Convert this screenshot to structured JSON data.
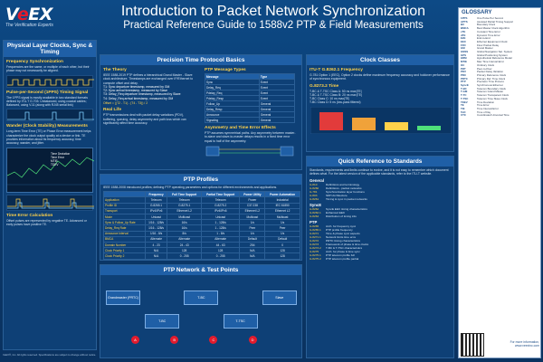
{
  "header": {
    "logo_text_ve": "V",
    "logo_text_e": "e",
    "logo_text_ex": "EX",
    "logo_tagline": "The Verification Experts",
    "title": "Introduction to Packet Network Synchronization",
    "subtitle": "Practical Reference Guide to 1588v2 PTP & Field Measurements"
  },
  "left": {
    "section_title": "Physical Layer Clocks, Sync & Timing",
    "freq_sync_title": "Frequency Synchronization",
    "freq_sync_text": "Frequencies are the same, or multiple of each other, but their phase may not necessarily be aligned.",
    "pps_title": "Pulse-per-Second (1PPS) Timing Signal",
    "pps_text": "The 1PPS signal is mostly available in two standard formats defined by ITU-T G.703: Unbalanced, using coaxial cables; Balanced, using V.11 (along with RJ45 serial link)",
    "wander_title": "Wander (Clock Stability) Measurements",
    "wander_text": "Long-term Time Error (TE) or Phase Error measurement helps characterize the clock output quality at a device or link. TE provides information about its frequency accuracy, time accuracy, wander, and jitter.",
    "scope_labels": [
      "Time Deviation",
      "Time Error",
      "MTIE",
      "TDEV"
    ],
    "time_calc_title": "Time Error Calculation",
    "time_calc_text": "Offset pulses are represented by negative TE. Advanced or early pulses have positive TE."
  },
  "ptp_basics": {
    "section_title": "Precision Time Protocol Basics",
    "theory_title": "The Theory",
    "theory_text": "IEEE 1588-2019 PTP defines a hierarchical Grand Master - Slave clock architecture. Timestamps are exchanged over IP/Ethernet to compute offset and delay.",
    "steps": [
      "T1: Sync departure timestamp, measured by GM",
      "T2: Sync arrival timestamp, measured by Slave",
      "T3: Delay_Req departure timestamp, measured by Slave",
      "T4: Delay_Req arrival timestamp, measured by GM"
    ],
    "offset_formula": "Offset = ((T2 - T1) - (T4 - T3)) / 2",
    "real_life_title": "Real Life",
    "real_life_text": "PTP transmissions deal with packet delay variations (PDV), buffering, queuing, delay asymmetry and path loss which can significantly affect time accuracy.",
    "message_types_title": "PTP Message Types",
    "message_header": [
      "Message",
      "Type"
    ],
    "messages": [
      [
        "Sync",
        "Event"
      ],
      [
        "Delay_Req",
        "Event"
      ],
      [
        "Pdelay_Req",
        "Event"
      ],
      [
        "Pdelay_Resp",
        "Event"
      ],
      [
        "Follow_Up",
        "General"
      ],
      [
        "Delay_Resp",
        "General"
      ],
      [
        "Announce",
        "General"
      ],
      [
        "Signaling",
        "General"
      ]
    ],
    "asym_title": "Asymmetry and Time Error Effects",
    "asym_text": "PTP assumes symmetrical paths. Any asymmetry between master-to-slave and slave-to-master delays results in a fixed time error equal to half of the asymmetry."
  },
  "clock_classes": {
    "section_title": "Clock Classes",
    "g8262_title": "ITU-T G.8262.1 Frequency",
    "g8262_text": "G.781 Option 1 (EEC), Option 2 clocks define maximum frequency accuracy and holdover performance of synchronous equipment.",
    "g8273_title": "G.8273.2 Time",
    "g8273_classes": [
      "T-BC & T-TSC Class A: 50 ns max|TE|",
      "T-BC & T-TSC Class B: 20 ns max|TE|",
      "T-BC Class C: 10 ns max|TE|",
      "T-BC Class D: 5 ns (low-pass filtered)"
    ]
  },
  "profiles": {
    "section_title": "PTP Profiles",
    "intro": "IEEE 1588-2008 introduced profiles; defining PTP operating parameters and options for different environments and applications.",
    "columns": [
      "",
      "Frequency",
      "Full Time Support",
      "Partial Time Support",
      "Power Utility",
      "Power Automation"
    ],
    "rows": [
      [
        "Application",
        "Telecom",
        "Telecom",
        "Telecom",
        "Power",
        "Industrial"
      ],
      [
        "Profile ID",
        "G.8265.1",
        "G.8275.1",
        "G.8275.2",
        "C37.238",
        "IEC 61850"
      ],
      [
        "Transport",
        "IPv4/IPv6",
        "Ethernet L2",
        "IPv4/IPv6",
        "Ethernet L2",
        "Ethernet L2"
      ],
      [
        "Mode",
        "Unicast",
        "Multicast",
        "Unicast",
        "Multicast",
        "Multicast"
      ],
      [
        "Sync & Follow_Up Rate",
        "1/16 - 128/s",
        "16/s",
        "1 - 128/s",
        "1/s",
        "1/s"
      ],
      [
        "Delay_Req Rate",
        "1/16 - 128/s",
        "16/s",
        "1 - 128/s",
        "Peer",
        "Peer"
      ],
      [
        "Announce Interval",
        "1/16 - 8/s",
        "8/s",
        "1 - 8/s",
        "1/s",
        "1/s"
      ],
      [
        "BMCA",
        "Alternate",
        "Alternate",
        "Alternate",
        "Default",
        "Default"
      ],
      [
        "Domain Number",
        "4 - 23",
        "24 - 43",
        "44 - 63",
        "254",
        "0"
      ],
      [
        "Clock Priority 1",
        "N/A",
        "128",
        "128",
        "N/A",
        "128"
      ],
      [
        "Clock Priority 2",
        "N/A",
        "0 - 255",
        "0 - 255",
        "N/A",
        "128"
      ]
    ]
  },
  "network": {
    "section_title": "PTP Network & Test Points",
    "nodes": [
      "Grandmaster (PRTC)",
      "T-BC",
      "T-BC",
      "T-TSC",
      "Slave"
    ],
    "test_points": [
      "A",
      "B",
      "C",
      "D"
    ]
  },
  "quick_ref": {
    "section_title": "Quick Reference to Standards",
    "intro": "Standards, requirements and limits continue to evolve, and it is not easy to remember which document defines what. For the latest version of the applicable standards, refer to the ITU-T website.",
    "groups": [
      {
        "name": "General",
        "items": [
          [
            "G.810",
            "Definitions and terminology"
          ],
          [
            "G.8260",
            "Definitions - packet networks"
          ],
          [
            "G.781",
            "Synchronization layer functions"
          ],
          [
            "G.803",
            "SDH Architecture"
          ],
          [
            "G.8261",
            "Timing & sync in packet networks"
          ]
        ]
      },
      {
        "name": "SyncE",
        "items": [
          [
            "G.8262",
            "SyncE EEC timing characteristics"
          ],
          [
            "G.8262.1",
            "Enhanced EEC"
          ],
          [
            "G.8264",
            "Distribution of timing info"
          ]
        ]
      },
      {
        "name": "PTP",
        "items": [
          [
            "G.8265",
            "Arch. for frequency sync"
          ],
          [
            "G.8265.1",
            "PTP profile frequency"
          ],
          [
            "G.8271",
            "Time & phase sync aspects"
          ],
          [
            "G.8271.1",
            "Network limits time error"
          ],
          [
            "G.8272",
            "PRTC timing characteristics"
          ],
          [
            "G.8273",
            "Framework of phase & time clocks"
          ],
          [
            "G.8273.2",
            "T-BC & T-TSC characteristics"
          ],
          [
            "G.8275",
            "Arch. for phase & time sync"
          ],
          [
            "G.8275.1",
            "PTP telecom profile full"
          ],
          [
            "G.8275.2",
            "PTP telecom profile partial"
          ]
        ]
      }
    ]
  },
  "glossary": {
    "title": "GLOSSARY",
    "items": [
      [
        "1PPS",
        "One Pulse Per Second"
      ],
      [
        "APTS",
        "Assisted Partial Timing Support"
      ],
      [
        "BC",
        "Boundary Clock"
      ],
      [
        "BMCA",
        "Best Master Clock Algorithm"
      ],
      [
        "cTE",
        "Constant Time Error"
      ],
      [
        "dTE",
        "Dynamic Time Error"
      ],
      [
        "E2E",
        "End-to-End"
      ],
      [
        "EEC",
        "Ethernet Equipment Clock"
      ],
      [
        "FFD",
        "Floor Packet Delay"
      ],
      [
        "GM",
        "Grand Master"
      ],
      [
        "GNSS",
        "Global Navigation Sat. System"
      ],
      [
        "GPS",
        "Global Positioning System"
      ],
      [
        "HRM",
        "Hypothetical Reference Model"
      ],
      [
        "MTIE",
        "Max Time Interval Error"
      ],
      [
        "OC",
        "Ordinary Clock"
      ],
      [
        "P2P",
        "Peer-to-Peer"
      ],
      [
        "PDV",
        "Packet Delay Variation"
      ],
      [
        "PRC",
        "Primary Reference Clock"
      ],
      [
        "PRTC",
        "Primary Ref. Time Clock"
      ],
      [
        "PTP",
        "Precision Time Protocol"
      ],
      [
        "SyncE",
        "Synchronous Ethernet"
      ],
      [
        "T-BC",
        "Telecom Boundary Clock"
      ],
      [
        "T-GM",
        "Telecom Grand Master"
      ],
      [
        "T-TC",
        "Telecom Transparent Clock"
      ],
      [
        "T-TSC",
        "Telecom Time Slave Clock"
      ],
      [
        "TDEV",
        "Time Deviation"
      ],
      [
        "TE",
        "Time Error"
      ],
      [
        "TIE",
        "Time Interval Error"
      ],
      [
        "ToD",
        "Time of Day"
      ],
      [
        "UTC",
        "Coordinated Universal Time"
      ]
    ],
    "more_info": "For more information, www.veexinc.com"
  },
  "footer": {
    "text": "VeEX®, Inc. All rights reserved. Specifications are subject to change without notice."
  },
  "colors": {
    "background": "#0b3a6e",
    "panel": "#0e4076",
    "section_header": "#1f5fa6",
    "accent_yellow": "#ffd24a",
    "brand_red": "#e21b2d"
  }
}
